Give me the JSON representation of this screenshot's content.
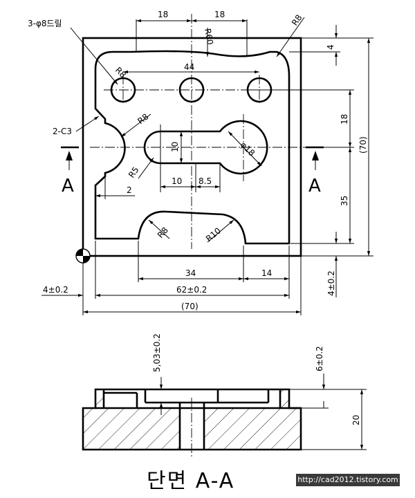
{
  "dims": {
    "drill": "3-φ8드릴",
    "chamfer": "2-C3",
    "top_left_18": "18",
    "top_right_18": "18",
    "r60": "R60",
    "r8_top_right": "R8",
    "r8_top_left": "R8",
    "d44": "44",
    "r8_notch": "R8",
    "d10_vertical": "10",
    "phi18": "φ18",
    "r5": "R5",
    "d10": "10",
    "d8_5": "8.5",
    "d2": "2",
    "r8_bottom": "R8",
    "r10": "R10",
    "d34": "34",
    "d14": "14",
    "d62": "62±0.2",
    "d70_bottom": "(70)",
    "d4_left": "4±0.2",
    "d4_right_bottom": "4±0.2",
    "d4_right_top": "4",
    "d18_right": "18",
    "d70_right": "(70)",
    "d35": "35",
    "section_depth_1": "5,03±0.2",
    "section_depth_2": "6±0.2",
    "section_height": "20"
  },
  "labels": {
    "section_left": "A",
    "section_right": "A",
    "section_title": "단면 A-A",
    "watermark": "http://cad2012.tistory.com"
  }
}
